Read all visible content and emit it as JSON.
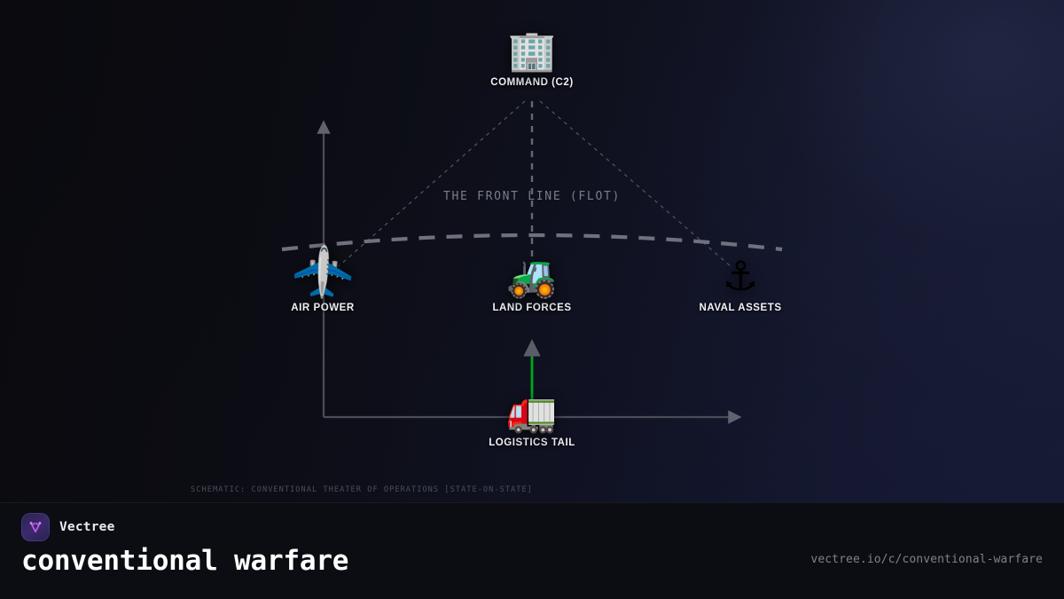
{
  "diagram": {
    "caption": "SCHEMATIC: CONVENTIONAL THEATER OF OPERATIONS [STATE-ON-STATE]",
    "front_line_label": "THE FRONT LINE (FLOT)",
    "nodes": [
      {
        "id": "command",
        "label": "COMMAND (C2)",
        "icon": "office-building-icon",
        "glyph": "🏢"
      },
      {
        "id": "air",
        "label": "AIR POWER",
        "icon": "airplane-icon",
        "glyph": "✈️"
      },
      {
        "id": "land",
        "label": "LAND FORCES",
        "icon": "tractor-icon",
        "glyph": "🚜"
      },
      {
        "id": "naval",
        "label": "NAVAL ASSETS",
        "icon": "anchor-icon",
        "glyph": "⚓"
      },
      {
        "id": "logistics",
        "label": "LOGISTICS TAIL",
        "icon": "truck-icon",
        "glyph": "🚛"
      }
    ],
    "colors": {
      "background": "#0f1018",
      "axis": "#4a4d57",
      "front_line": "#6e727e",
      "command_link": "#51545f",
      "supply_arrow": "#00a820",
      "label_text": "#f2f3f7",
      "muted_text": "#787e8c"
    }
  },
  "footer": {
    "brand": "Vectree",
    "title": "conventional warfare",
    "url": "vectree.io/c/conventional-warfare"
  }
}
